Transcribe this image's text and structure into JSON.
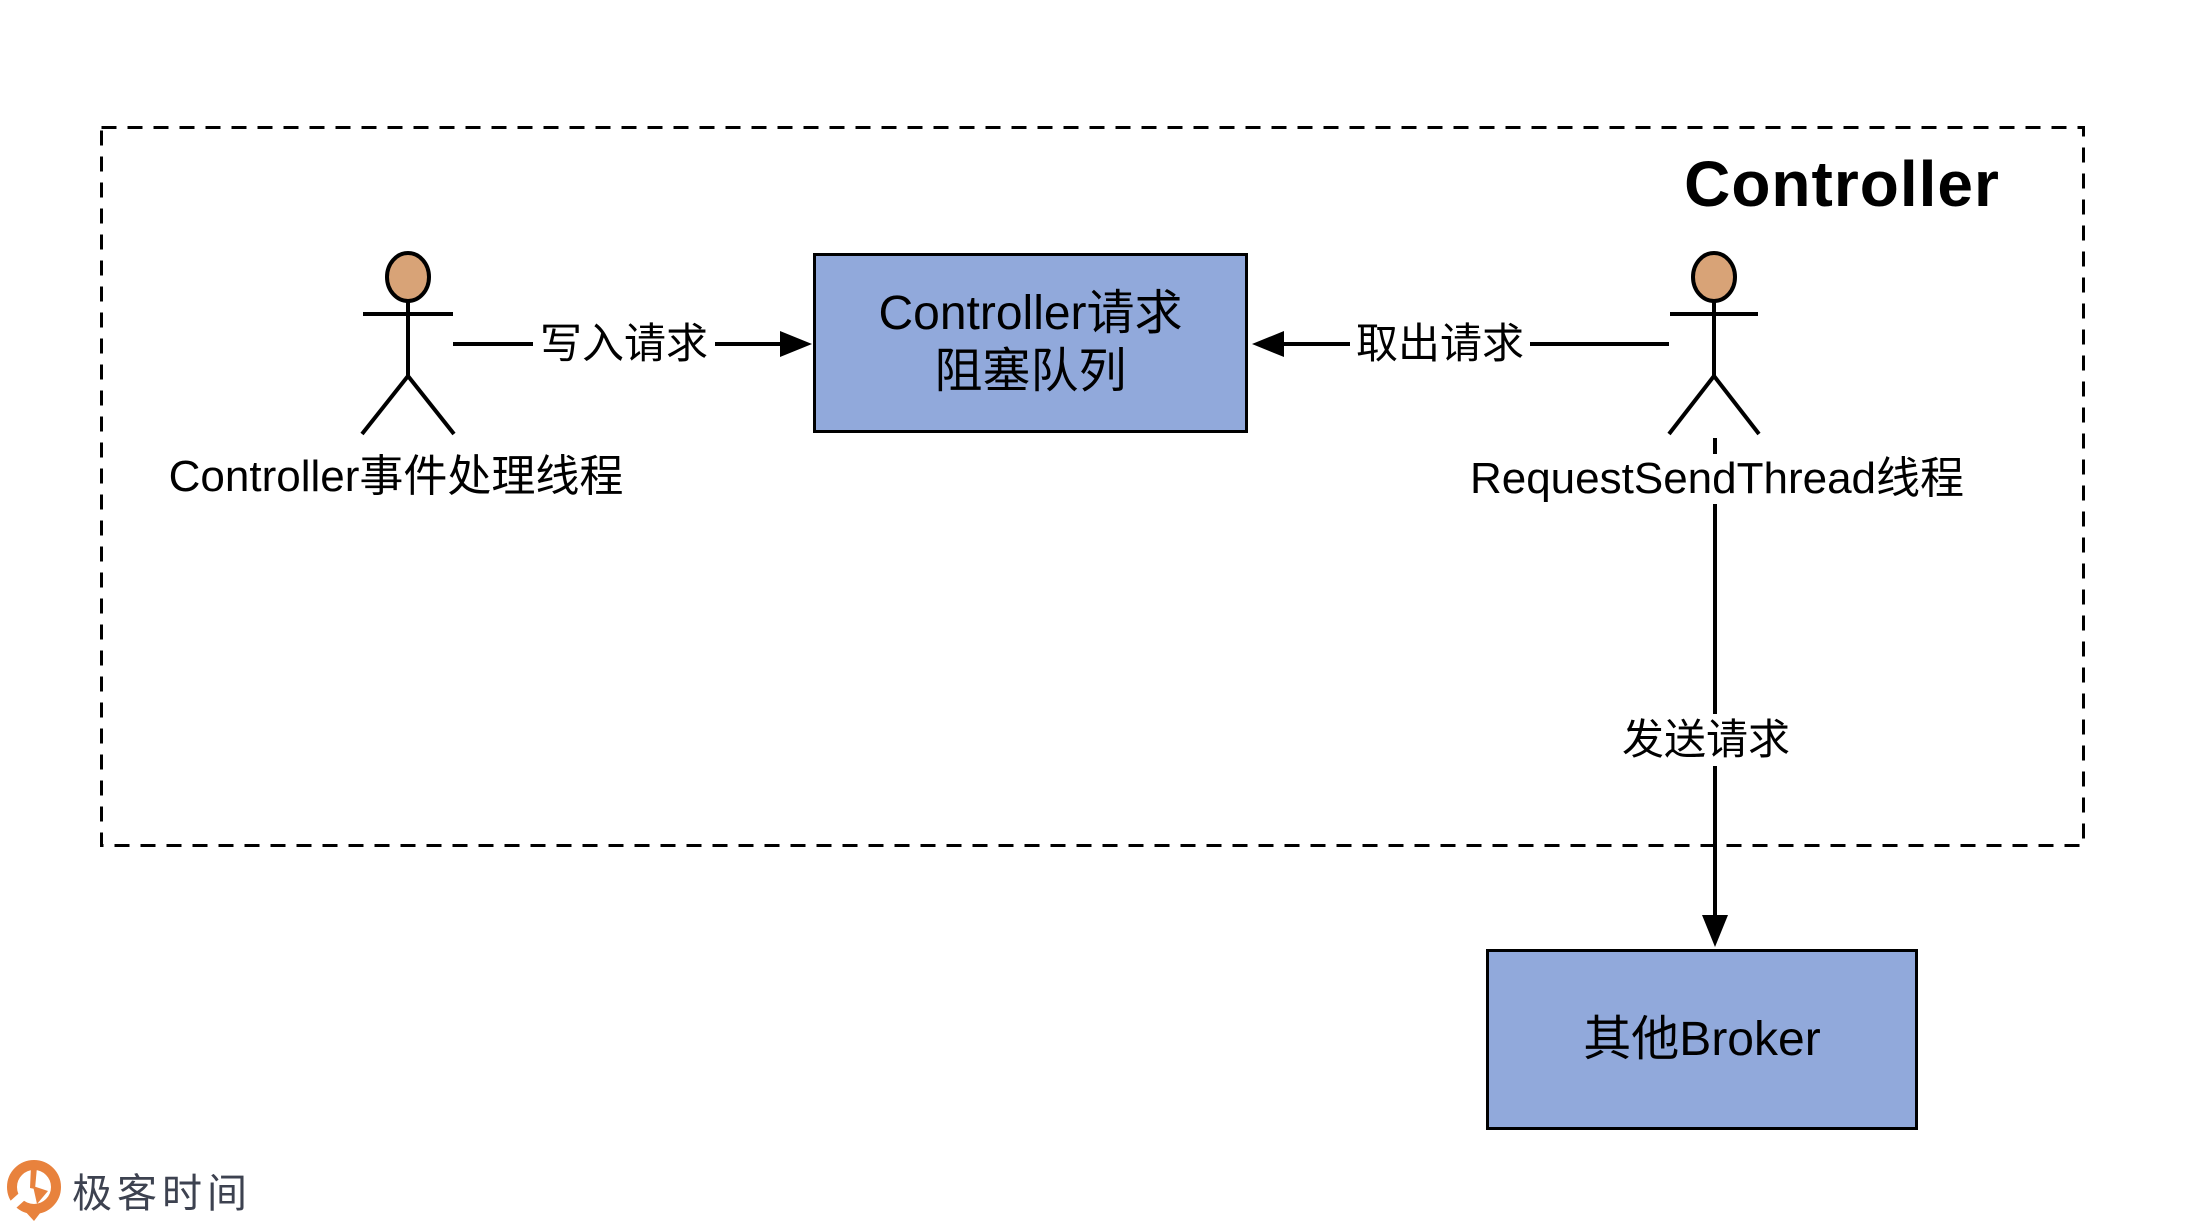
{
  "diagram": {
    "title": "Controller",
    "boxes": {
      "queue": {
        "line1": "Controller请求",
        "line2": "阻塞队列"
      },
      "broker": {
        "label": "其他Broker"
      }
    },
    "actors": {
      "left": {
        "label": "Controller事件处理线程"
      },
      "right": {
        "label": "RequestSendThread线程"
      }
    },
    "edges": {
      "write": {
        "label": "写入请求"
      },
      "fetch": {
        "label": "取出请求"
      },
      "send": {
        "label": "发送请求"
      }
    },
    "colors": {
      "box_fill": "#91A9DB",
      "box_border": "#000000",
      "actor_head_fill": "#D8A377",
      "line": "#000000",
      "dashed_border": "#000000",
      "logo_orange": "#E8823D",
      "logo_text": "#3D4250"
    }
  },
  "footer": {
    "brand": "极客时间"
  }
}
